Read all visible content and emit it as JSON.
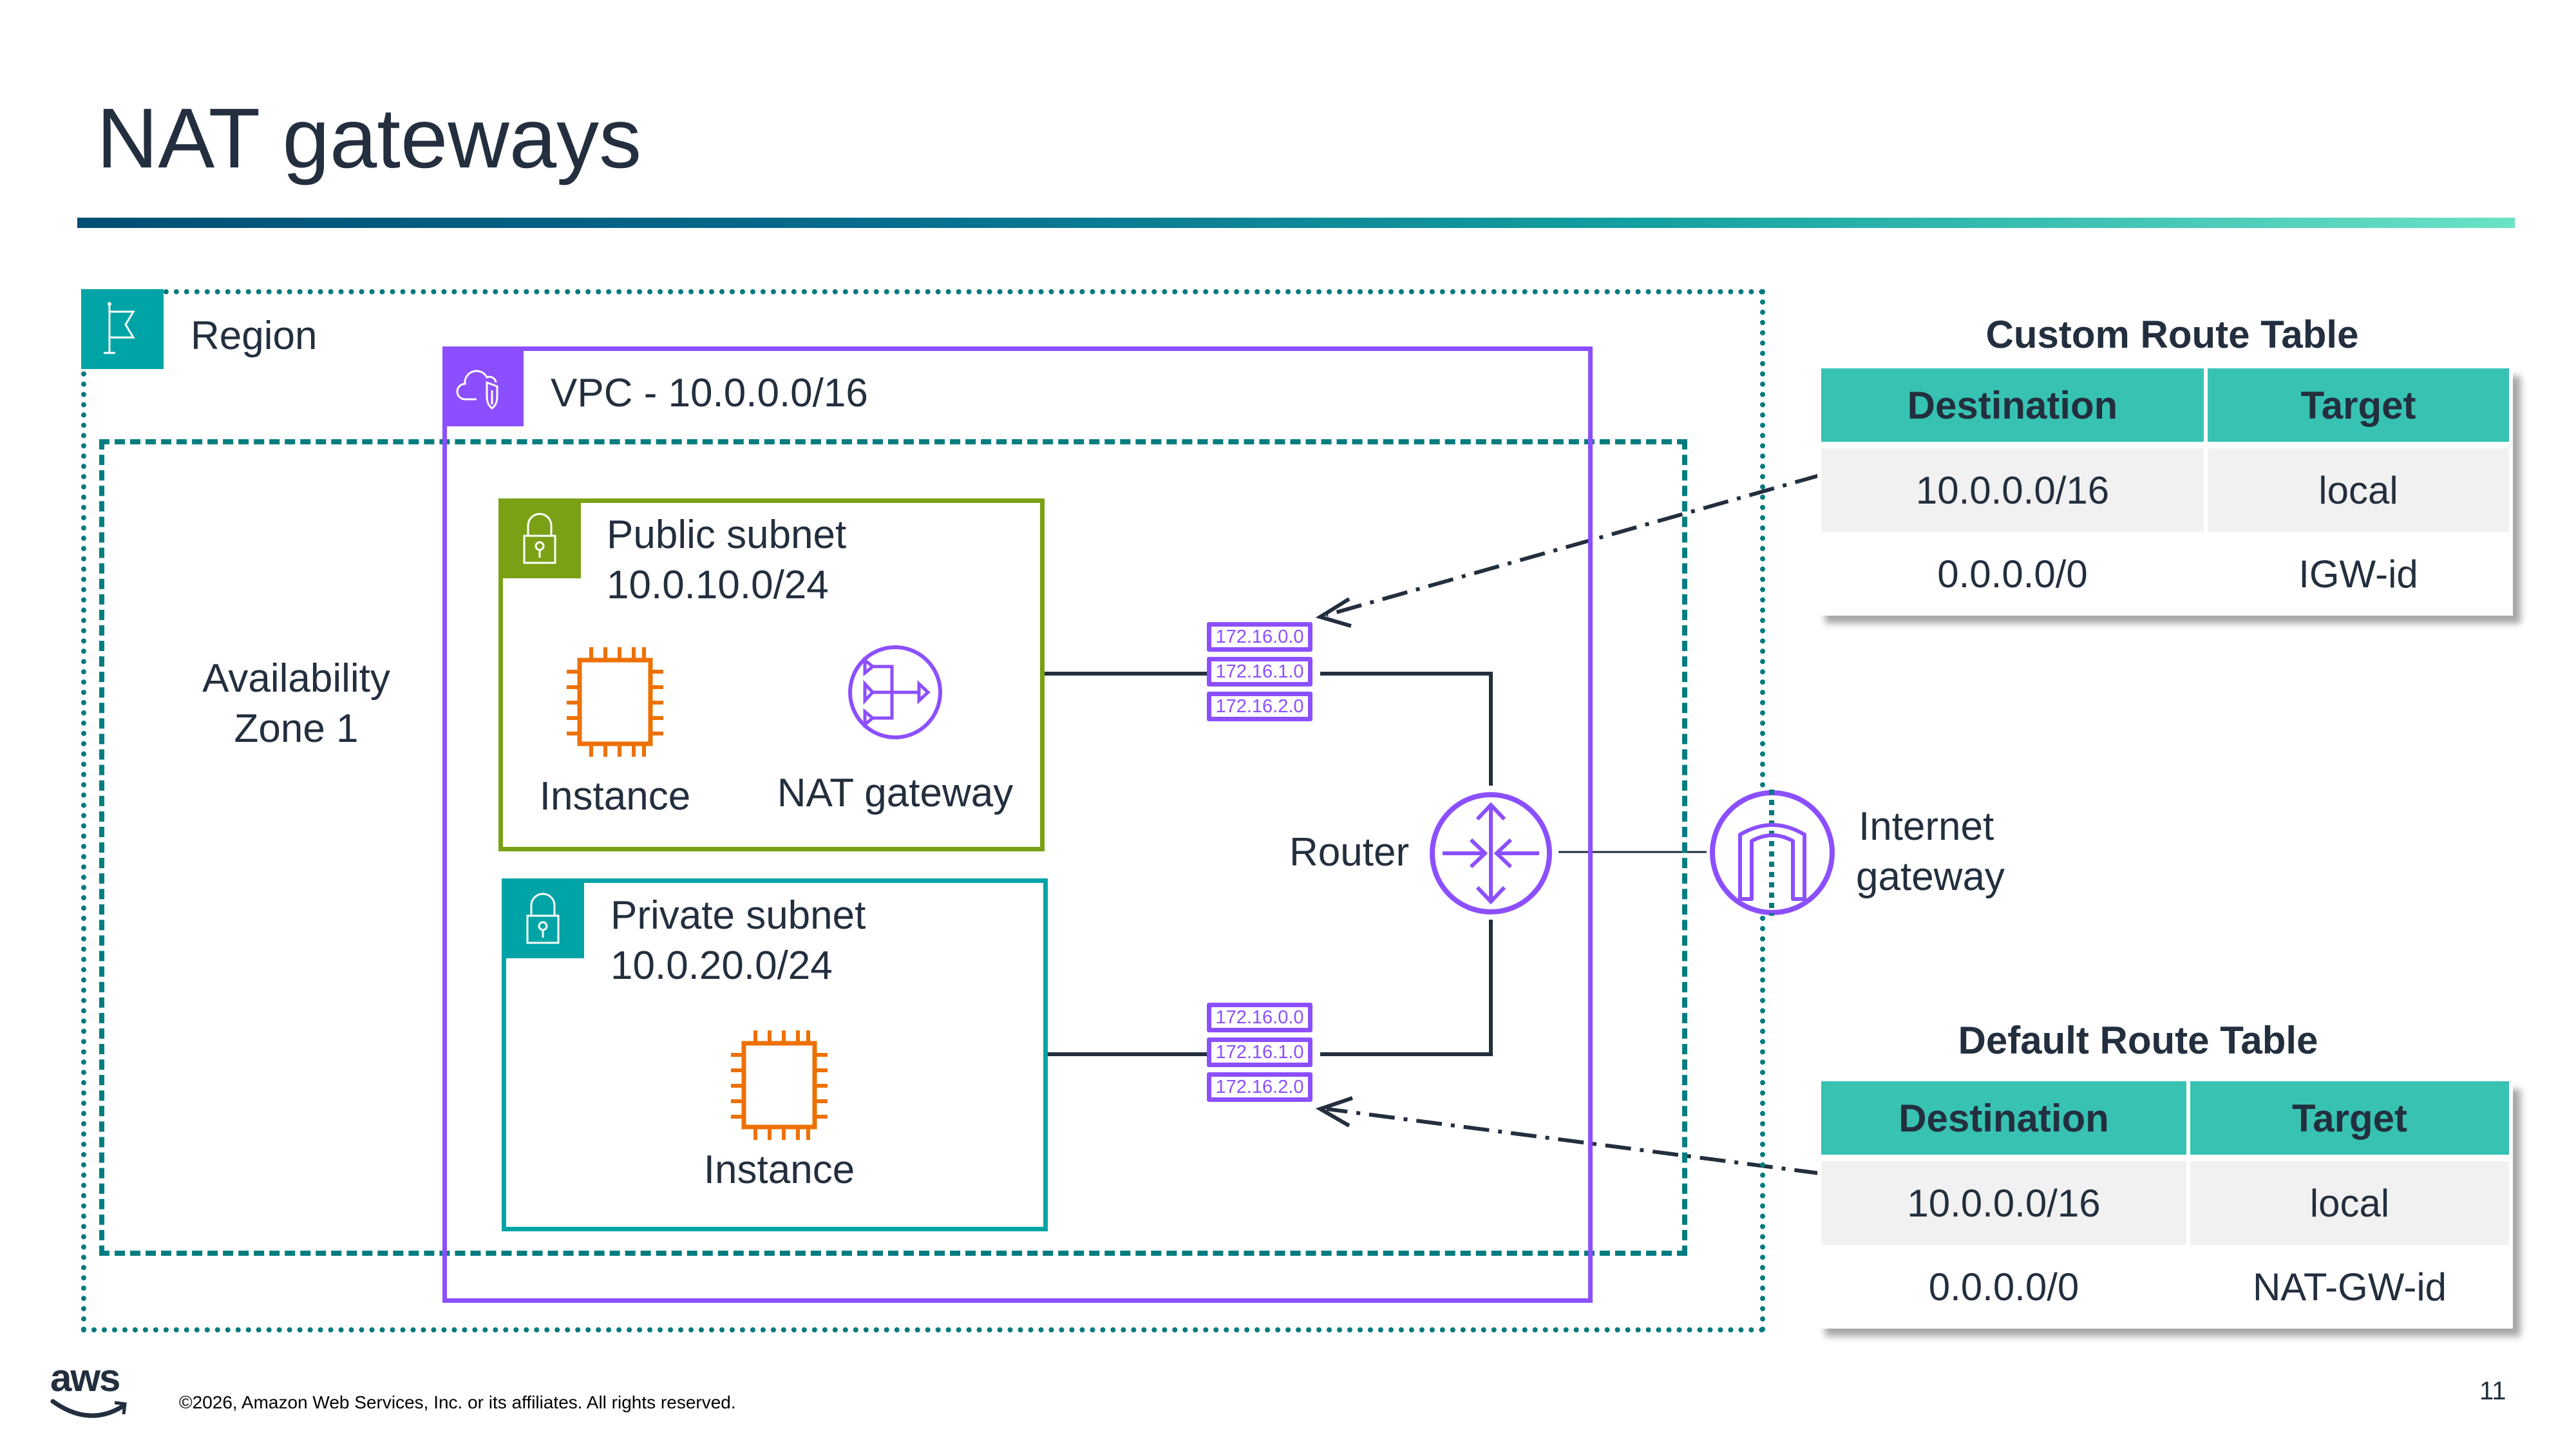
{
  "slide": {
    "title": "NAT gateways",
    "page_number": "11",
    "copyright": "©2026, Amazon Web Services, Inc. or its affiliates. All rights reserved.",
    "logo": "aws"
  },
  "diagram": {
    "region_label": "Region",
    "az_label_line1": "Availability",
    "az_label_line2": "Zone 1",
    "vpc_label": "VPC - 10.0.0.0/16",
    "public_subnet": {
      "name": "Public subnet",
      "cidr": "10.0.10.0/24",
      "instance_label": "Instance",
      "nat_label": "NAT gateway"
    },
    "private_subnet": {
      "name": "Private subnet",
      "cidr": "10.0.20.0/24",
      "instance_label": "Instance"
    },
    "route_table_icon_upper": [
      "172.16.0.0",
      "172.16.1.0",
      "172.16.2.0"
    ],
    "route_table_icon_lower": [
      "172.16.0.0",
      "172.16.1.0",
      "172.16.2.0"
    ],
    "router_label": "Router",
    "igw_label_line1": "Internet",
    "igw_label_line2": "gateway",
    "icons": {
      "region": "flag-icon",
      "vpc": "cloud-shield-icon",
      "subnet": "padlock-icon",
      "instance": "ec2-chip-icon",
      "nat": "nat-gateway-icon",
      "router": "router-icon",
      "igw": "internet-gateway-icon"
    },
    "colors": {
      "region": "#027a7e",
      "vpc": "#8c4fff",
      "public_subnet": "#7aa116",
      "private_subnet": "#00a4a6",
      "instance": "#ed7100",
      "table_header": "#37c2b2"
    }
  },
  "custom_route_table": {
    "title": "Custom Route Table",
    "columns": [
      "Destination",
      "Target"
    ],
    "rows": [
      [
        "10.0.0.0/16",
        "local"
      ],
      [
        "0.0.0.0/0",
        "IGW-id"
      ]
    ]
  },
  "default_route_table": {
    "title": "Default Route Table",
    "columns": [
      "Destination",
      "Target"
    ],
    "rows": [
      [
        "10.0.0.0/16",
        "local"
      ],
      [
        "0.0.0.0/0",
        "NAT-GW-id"
      ]
    ]
  }
}
